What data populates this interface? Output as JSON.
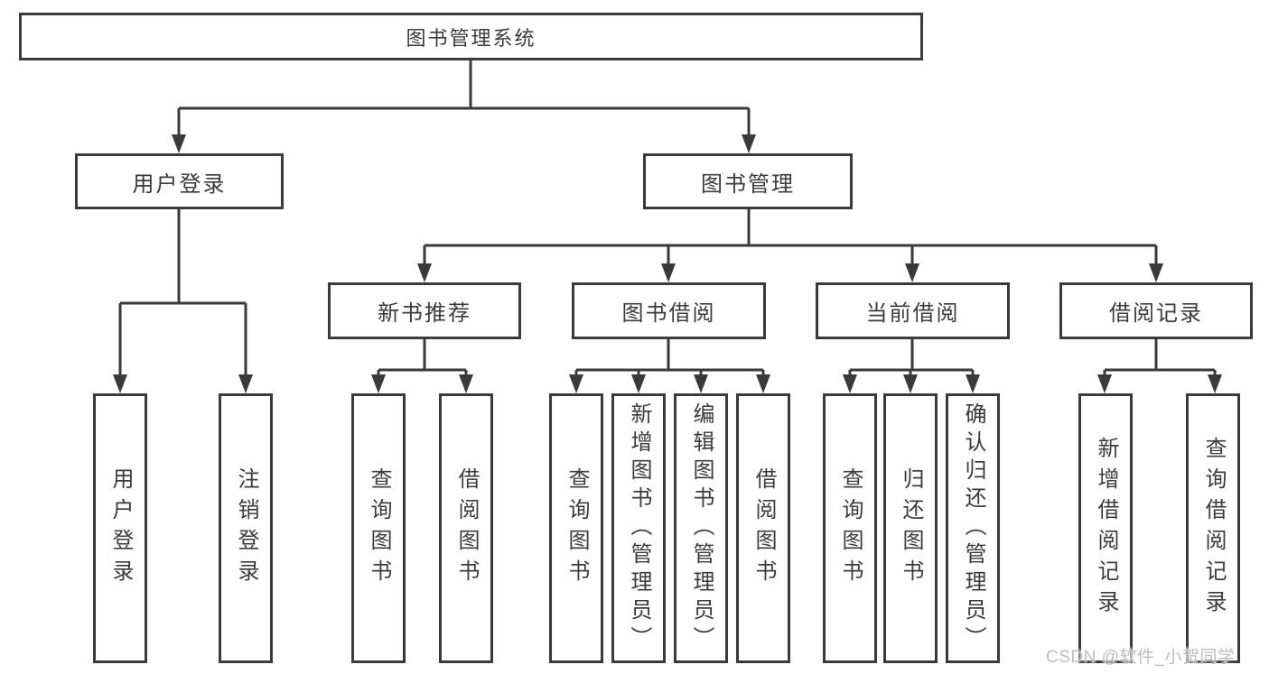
{
  "diagram": {
    "root": {
      "label": "图书管理系统"
    },
    "branches": [
      {
        "label": "用户登录",
        "children": [
          {
            "label": "用户登录"
          },
          {
            "label": "注销登录"
          }
        ]
      },
      {
        "label": "图书管理",
        "children": [
          {
            "label": "新书推荐",
            "children": [
              {
                "label": "查询图书"
              },
              {
                "label": "借阅图书"
              }
            ]
          },
          {
            "label": "图书借阅",
            "children": [
              {
                "label": "查询图书"
              },
              {
                "label": "新增图书（管理员）"
              },
              {
                "label": "编辑图书（管理员）"
              },
              {
                "label": "借阅图书"
              }
            ]
          },
          {
            "label": "当前借阅",
            "children": [
              {
                "label": "查询图书"
              },
              {
                "label": "归还图书"
              },
              {
                "label": "确认归还（管理员）"
              }
            ]
          },
          {
            "label": "借阅记录",
            "children": [
              {
                "label": "新增借阅记录"
              },
              {
                "label": "查询借阅记录"
              }
            ]
          }
        ]
      }
    ],
    "watermark": "CSDN @软件_小贺同学",
    "colors": {
      "line": "#3a3a3a",
      "text": "#3b3b3b",
      "watermark_text": "#bcbcbc",
      "background": "#ffffff"
    }
  }
}
